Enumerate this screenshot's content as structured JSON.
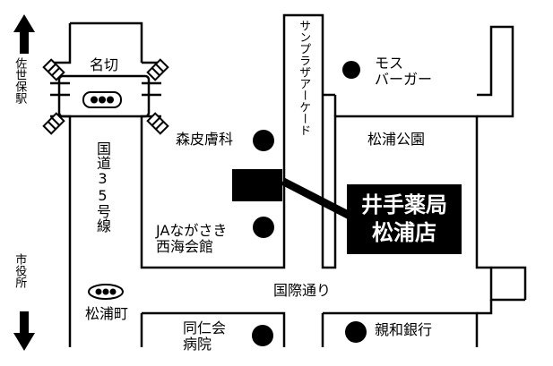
{
  "labels": {
    "station": "佐世保駅",
    "city_hall": "市役所",
    "nagakiri": "名切",
    "route35": "国道35号線",
    "sunplaza": "サンプラザアーケード",
    "mos_line1": "モス",
    "mos_line2": "バーガー",
    "morikawa": "森皮膚科",
    "matsura_park": "松浦公園",
    "ja_line1": "JAながさき",
    "ja_line2": "西海会館",
    "kokusai": "国際通り",
    "matsuracho": "松浦町",
    "dojinkai_line1": "同仁会",
    "dojinkai_line2": "病院",
    "shinwa": "親和銀行"
  },
  "store": {
    "line1": "井手薬局",
    "line2": "松浦店"
  },
  "colors": {
    "ink": "#000000",
    "paper": "#ffffff"
  },
  "icons": [
    "arrow-up-icon",
    "arrow-down-icon",
    "traffic-signal-icon",
    "landmark-dot-icon"
  ]
}
